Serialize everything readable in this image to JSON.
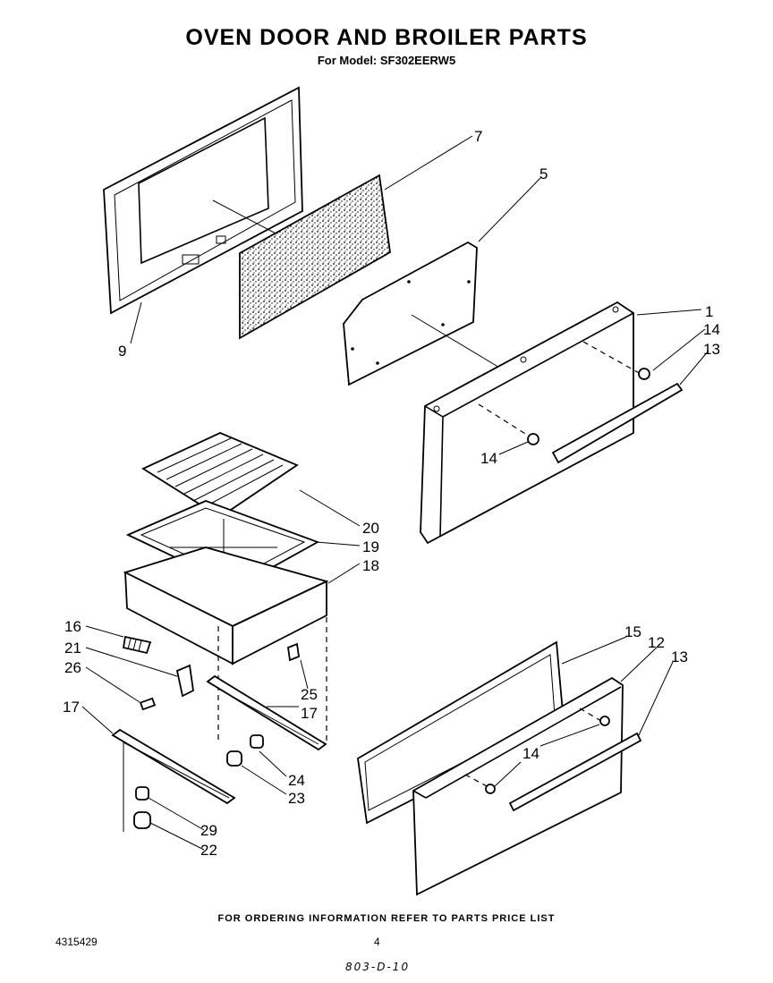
{
  "header": {
    "title": "OVEN DOOR AND BROILER PARTS",
    "subtitle": "For Model: SF302EERW5"
  },
  "callouts": {
    "c1": "1",
    "c5": "5",
    "c7": "7",
    "c9": "9",
    "c12": "12",
    "c13a": "13",
    "c13b": "13",
    "c14a": "14",
    "c14b": "14",
    "c14c": "14",
    "c15": "15",
    "c16": "16",
    "c17a": "17",
    "c17b": "17",
    "c18": "18",
    "c19": "19",
    "c20": "20",
    "c21": "21",
    "c22": "22",
    "c23": "23",
    "c24": "24",
    "c25": "25",
    "c26": "26",
    "c29": "29"
  },
  "footer": {
    "ordering_note": "FOR ORDERING INFORMATION REFER TO PARTS PRICE LIST",
    "doc_number": "4315429",
    "page_number": "4",
    "handwritten_code": "803-D-10"
  }
}
